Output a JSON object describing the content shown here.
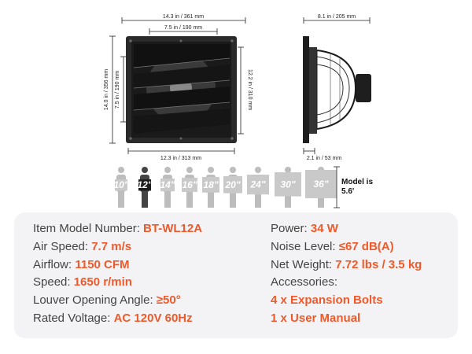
{
  "front_view": {
    "width_label": "14.3 in / 361 mm",
    "inner_width_label": "7.5 in / 190 mm",
    "height_label": "14.0 in / 356 mm",
    "inner_height_label": "7.5 in / 190 mm",
    "right_height_label": "12.2 in / 310 mm",
    "bottom_width_label": "12.3 in / 313 mm"
  },
  "side_view": {
    "depth_label": "8.1 in / 205 mm",
    "flange_label": "2.1 in / 53 mm"
  },
  "size_comparison": {
    "sizes": [
      "10\"",
      "12\"",
      "14\"",
      "16\"",
      "18\"",
      "20\"",
      "24\"",
      "30\"",
      "36\""
    ],
    "highlighted": "12\"",
    "model_note_line1": "Model is",
    "model_note_line2": "5.6'"
  },
  "specs": {
    "left": [
      {
        "label": "Item Model Number: ",
        "value": "BT-WL12A"
      },
      {
        "label": "Air Speed: ",
        "value": "7.7 m/s"
      },
      {
        "label": "Airflow: ",
        "value": "1150 CFM"
      },
      {
        "label": "Speed: ",
        "value": "1650 r/min"
      },
      {
        "label": "Louver Opening Angle: ",
        "value": "≥50°"
      },
      {
        "label": "Rated Voltage: ",
        "value": "AC 120V 60Hz"
      }
    ],
    "right": [
      {
        "label": "Power: ",
        "value": "34 W"
      },
      {
        "label": "Noise Level: ",
        "value": "≤67 dB(A)"
      },
      {
        "label": "Net Weight: ",
        "value": "7.72 lbs /  3.5 kg"
      },
      {
        "label": "Accessories:",
        "value": ""
      },
      {
        "label": "",
        "value": "4 x Expansion Bolts"
      },
      {
        "label": "",
        "value": "1 x User Manual"
      }
    ]
  },
  "colors": {
    "accent": "#f0592a",
    "panel_bg": "#f3f3f5",
    "fan_dark": "#1e1e1e",
    "silhouette": "#bdbdbd"
  }
}
